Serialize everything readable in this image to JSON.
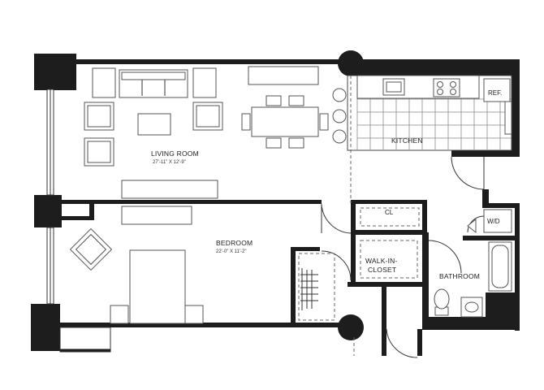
{
  "rooms": {
    "living_room": {
      "name": "LIVING ROOM",
      "dims": "27'-11\" X 12'-9\""
    },
    "kitchen": {
      "name": "KITCHEN"
    },
    "bedroom": {
      "name": "BEDROOM",
      "dims": "22'-0\" X 11'-2\""
    },
    "walk_in_closet": {
      "name_line1": "WALK-IN-",
      "name_line2": "CLOSET"
    },
    "bathroom": {
      "name": "BATHROOM"
    }
  },
  "fixtures": {
    "refrigerator": "REF.",
    "closet": "CL",
    "washer_dryer": "W/D"
  },
  "colors": {
    "wall": "#1d1d1d",
    "furniture_line": "#555555",
    "background": "#ffffff"
  }
}
